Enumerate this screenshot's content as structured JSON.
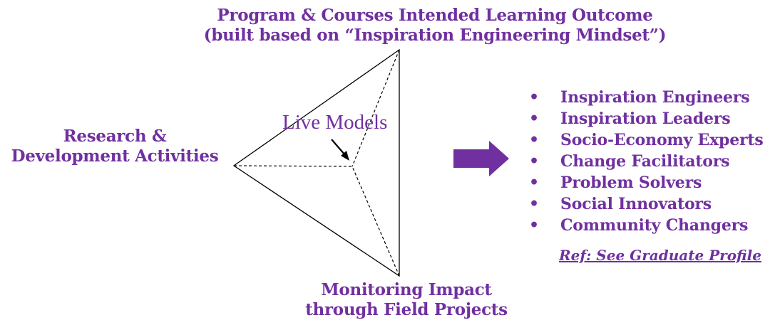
{
  "diagram": {
    "top_label": {
      "line1": "Program & Courses Intended Learning Outcome",
      "line2": "(built based on “Inspiration Engineering Mindset”)"
    },
    "left_label": {
      "line1": "Research &",
      "line2": "Development Activities"
    },
    "bottom_label": {
      "line1": "Monitoring Impact",
      "line2": "through Field Projects"
    },
    "center_label": "Live Models"
  },
  "outcomes": {
    "bullet": "•",
    "items": [
      "Inspiration Engineers",
      "Inspiration Leaders",
      "Socio-Economy Experts",
      "Change Facilitators",
      "Problem Solvers",
      "Social Innovators",
      "Community Changers"
    ],
    "reference": "Ref: See Graduate Profile"
  },
  "colors": {
    "text": "#7030a0",
    "arrow": "#7030a0",
    "lines": "#000000"
  }
}
